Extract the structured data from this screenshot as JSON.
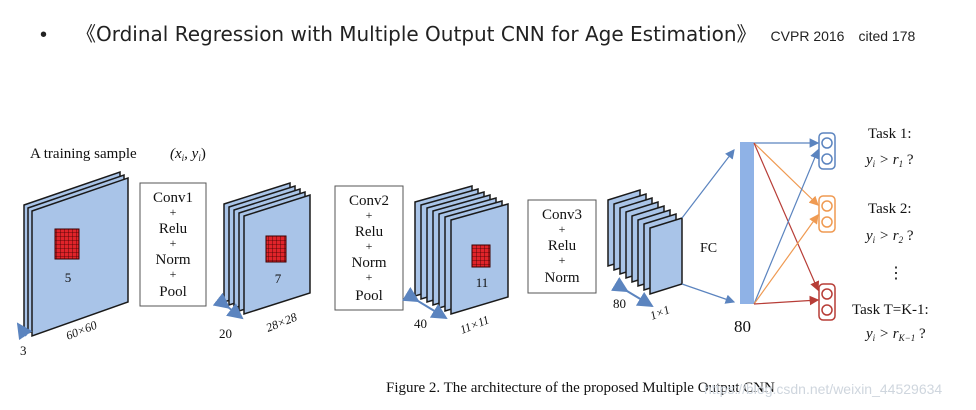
{
  "header": {
    "bullet": "•",
    "title": "《Ordinal Regression with Multiple Output CNN for Age Estimation》",
    "venue": "CVPR 2016",
    "cited": "cited 178"
  },
  "figure": {
    "sample_label": "A training sample",
    "sample_var": "(x",
    "sample_var_sub1": "i",
    "sample_var_mid": ", y",
    "sample_var_sub2": "i",
    "sample_var_close": ")",
    "stage1": {
      "kernel": "5",
      "depth": "3",
      "size": "60×60"
    },
    "op1": [
      "Conv1",
      "+",
      "Relu",
      "+",
      "Norm",
      "+",
      "Pool"
    ],
    "stage2": {
      "kernel": "7",
      "depth": "20",
      "size": "28×28"
    },
    "op2": [
      "Conv2",
      "+",
      "Relu",
      "+",
      "Norm",
      "+",
      "Pool"
    ],
    "stage3": {
      "kernel": "11",
      "depth": "40",
      "size": "11×11"
    },
    "op3": [
      "Conv3",
      "+",
      "Relu",
      "+",
      "Norm"
    ],
    "stage4": {
      "depth": "80",
      "size": "1×1"
    },
    "fc_label": "FC",
    "fc_units": "80",
    "tasks": [
      {
        "title": "Task 1:",
        "expr": "y",
        "sub": "i",
        "rel": " > r",
        "rsub": "1",
        "q": " ?"
      },
      {
        "title": "Task 2:",
        "expr": "y",
        "sub": "i",
        "rel": " > r",
        "rsub": "2",
        "q": " ?"
      },
      {
        "title": "Task T=K-1:",
        "expr": "y",
        "sub": "i",
        "rel": " > r",
        "rsub": "K−1",
        "q": " ?"
      }
    ],
    "dots": "⋮",
    "caption": "Figure 2. The architecture of the proposed Multiple Output CNN",
    "watermark": "https://blog.csdn.net/weixin_44529634"
  },
  "colors": {
    "map_fill": "#a9c4e8",
    "map_stroke": "#1a1a1a",
    "kernel": "#e0242a",
    "fc_bar": "#8fb2e6",
    "arrow_blue": "#5b84bf",
    "arrow_orange": "#ef9a52",
    "arrow_red": "#b73d37"
  }
}
